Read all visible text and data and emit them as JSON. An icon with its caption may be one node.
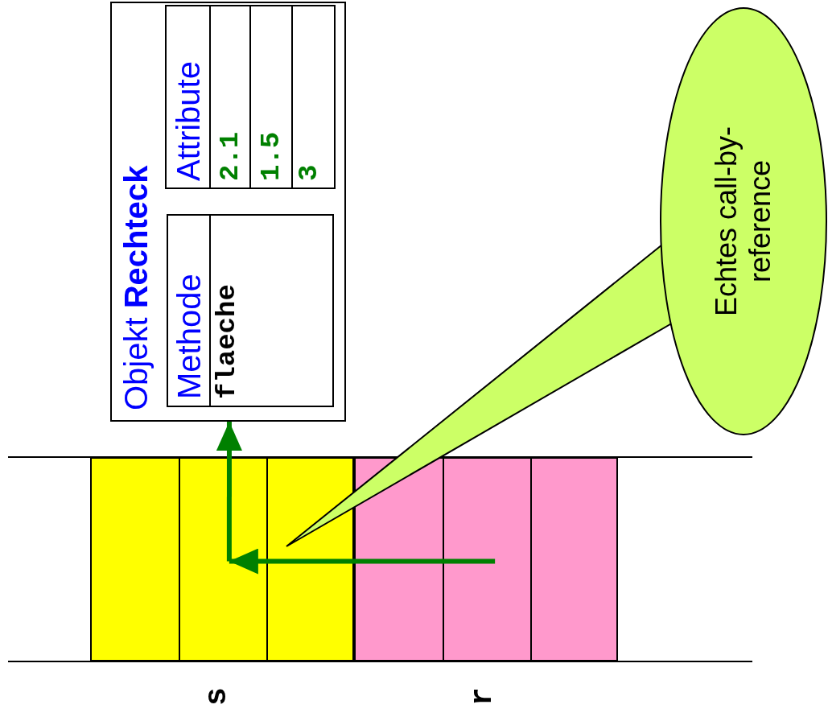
{
  "diagram": {
    "nodes": [
      {
        "text": [
          "Objekt **Rechteck**"
        ]
      },
      {
        "text": [
          "Methode",
          "flaeche"
        ],
        "in": 0
      },
      {
        "text": [
          "Attribute",
          "2.1",
          "1.5",
          "3"
        ],
        "in": 0
      },
      {
        "text": [],
        "shape": "box",
        "beside": [
          "s"
        ]
      },
      {
        "text": [],
        "shape": "box",
        "beside": [
          "r"
        ]
      },
      {
        "text": [
          "Echtes call-by-reference"
        ]
      }
    ],
    "edges": [
      {
        "from": 4,
        "to": 3,
        "arrow": "to",
        "color": "#008000"
      },
      {
        "from": 3,
        "to": 0,
        "arrow": "to",
        "color": "#008000"
      }
    ]
  }
}
